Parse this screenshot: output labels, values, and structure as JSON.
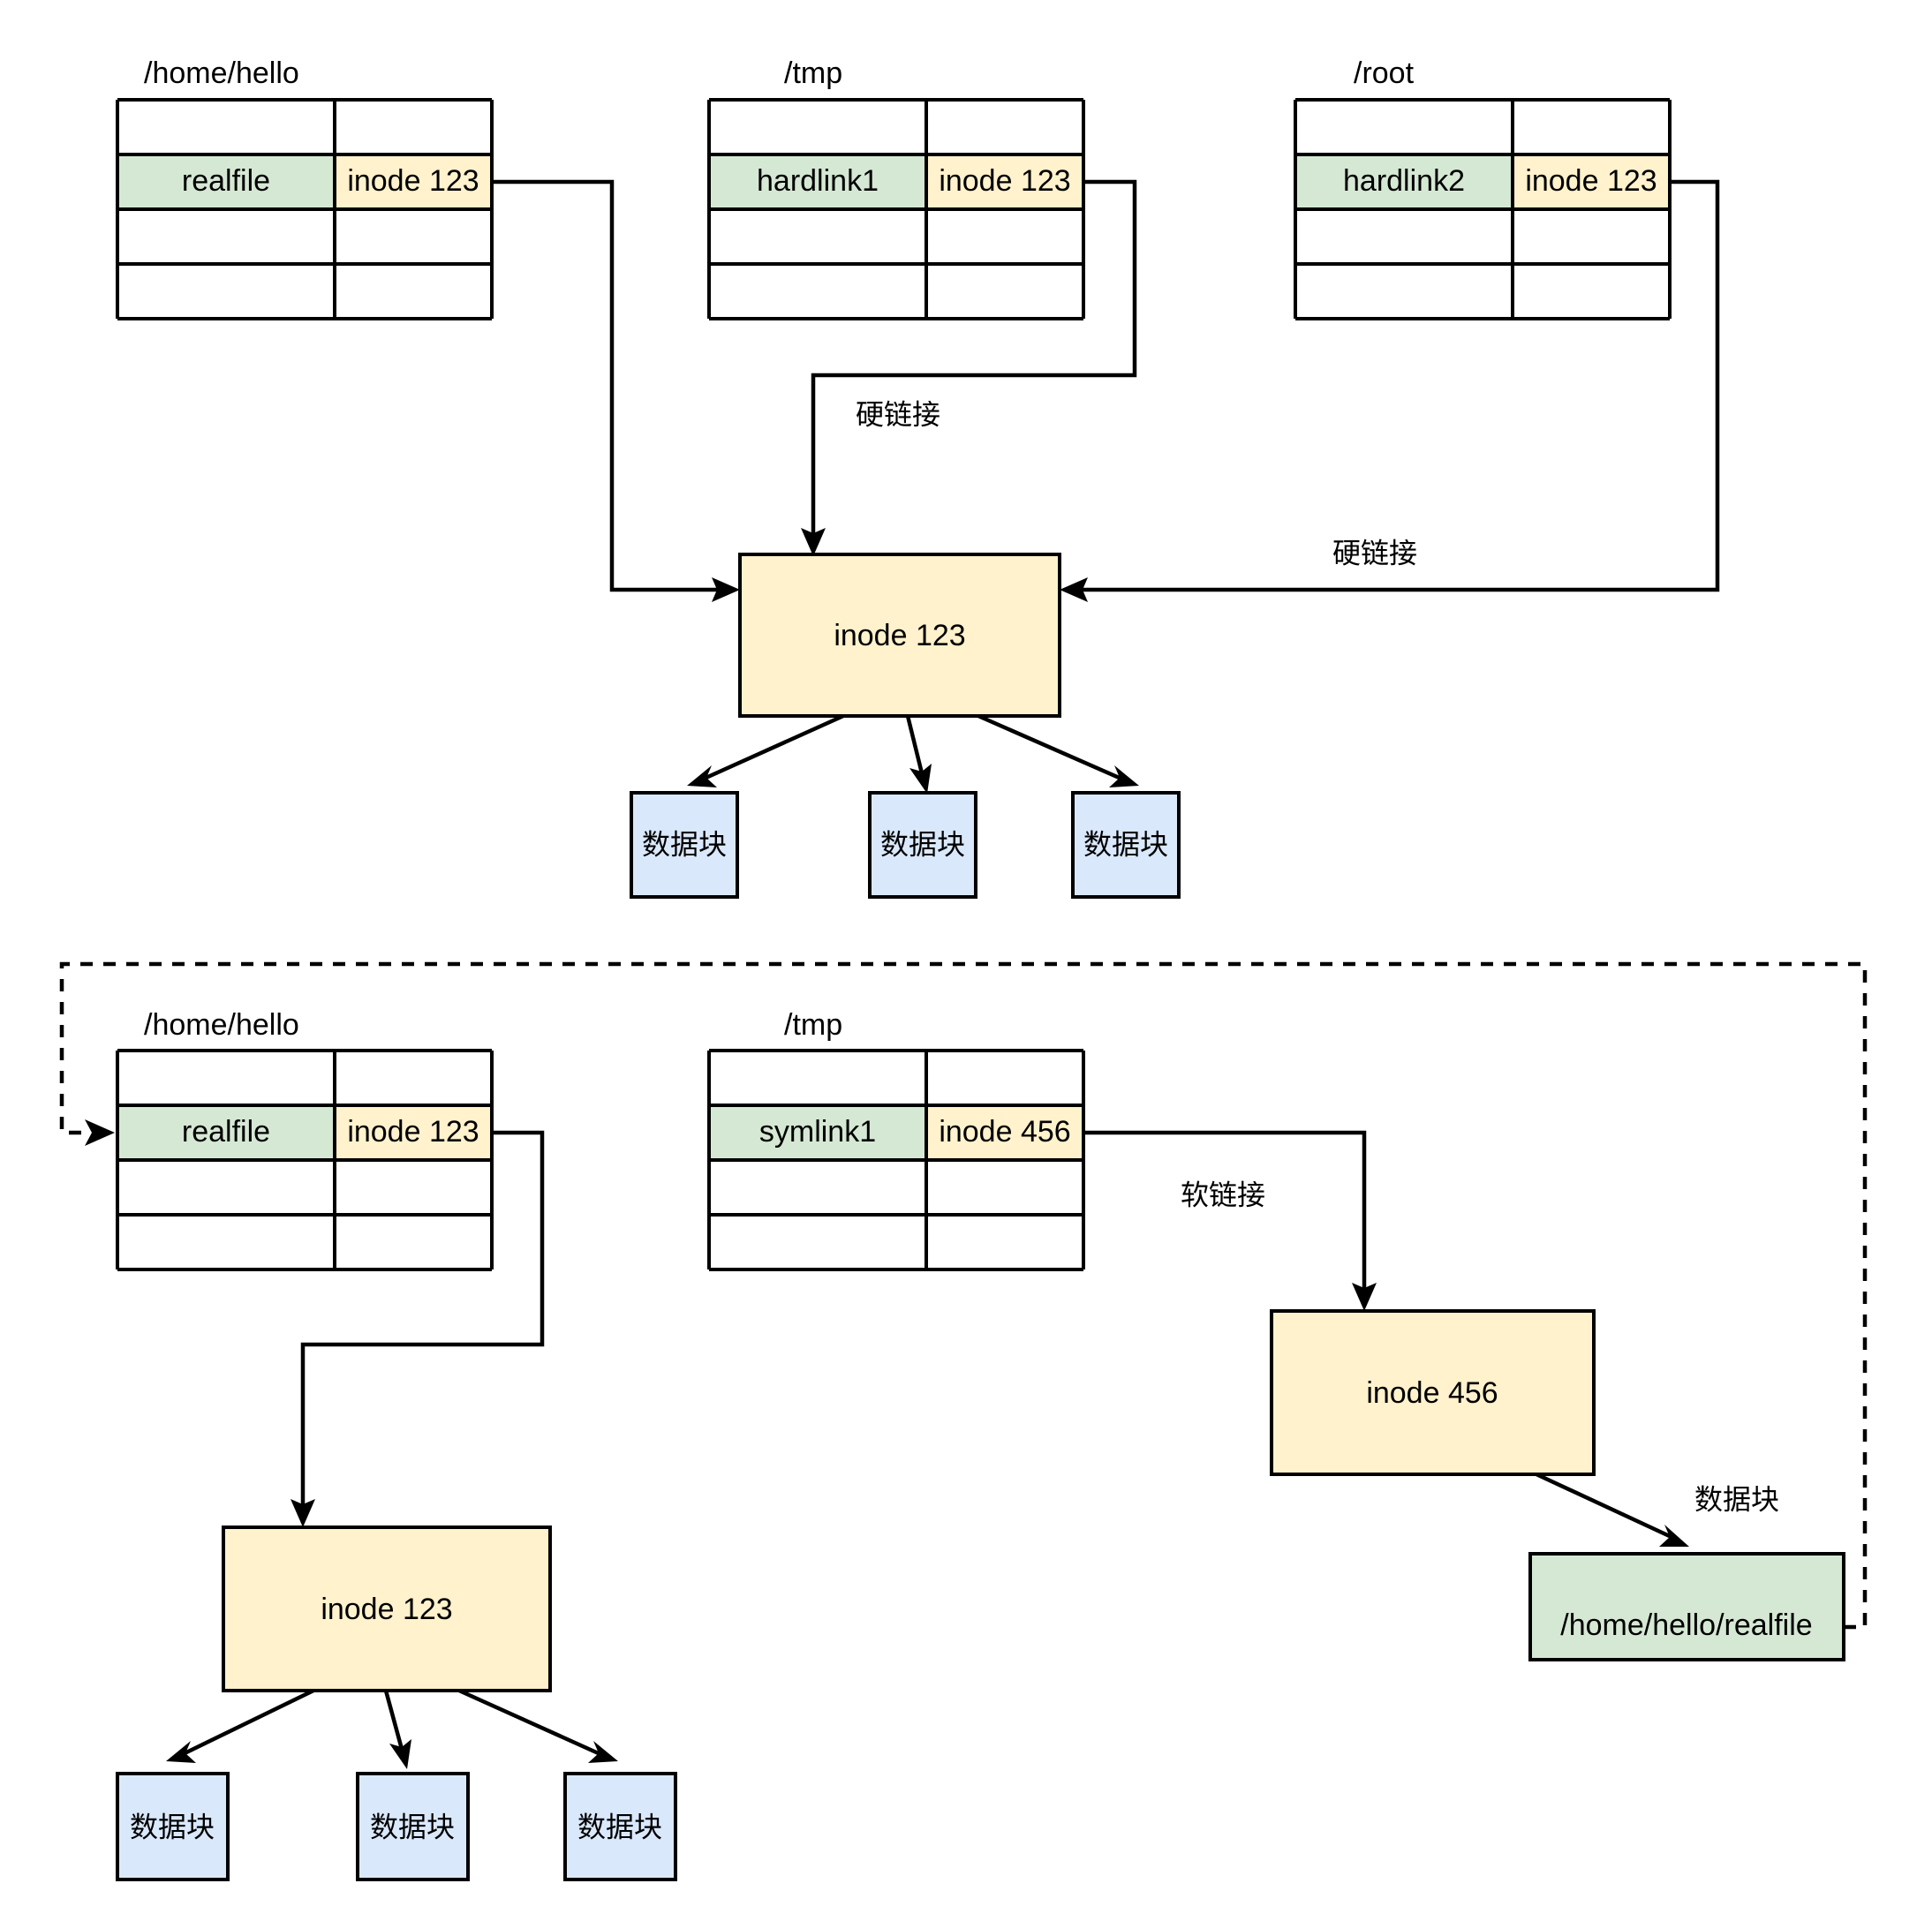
{
  "diagram": {
    "title_hidden": "",
    "colors": {
      "green": "#d5e8d4",
      "yellow": "#fff2cc",
      "blue": "#dae8fc",
      "stroke": "#000000",
      "background": "#ffffff"
    },
    "hardlink_section": {
      "directories": [
        {
          "name": "/home/hello",
          "rows": [
            {
              "name": "",
              "inode": ""
            },
            {
              "name": "realfile",
              "inode": "inode 123"
            },
            {
              "name": "",
              "inode": ""
            },
            {
              "name": "",
              "inode": ""
            }
          ]
        },
        {
          "name": "/tmp",
          "rows": [
            {
              "name": "",
              "inode": ""
            },
            {
              "name": "hardlink1",
              "inode": "inode 123"
            },
            {
              "name": "",
              "inode": ""
            },
            {
              "name": "",
              "inode": ""
            }
          ]
        },
        {
          "name": "/root",
          "rows": [
            {
              "name": "",
              "inode": ""
            },
            {
              "name": "hardlink2",
              "inode": "inode 123"
            },
            {
              "name": "",
              "inode": ""
            },
            {
              "name": "",
              "inode": ""
            }
          ]
        }
      ],
      "inode_node": "inode 123",
      "edge_labels": {
        "center": "硬链接",
        "right": "硬链接"
      },
      "data_blocks": [
        "数据块",
        "数据块",
        "数据块"
      ]
    },
    "symlink_section": {
      "directories": [
        {
          "name": "/home/hello",
          "rows": [
            {
              "name": "",
              "inode": ""
            },
            {
              "name": "realfile",
              "inode": "inode 123"
            },
            {
              "name": "",
              "inode": ""
            },
            {
              "name": "",
              "inode": ""
            }
          ]
        },
        {
          "name": "/tmp",
          "rows": [
            {
              "name": "",
              "inode": ""
            },
            {
              "name": "symlink1",
              "inode": "inode 456"
            },
            {
              "name": "",
              "inode": ""
            },
            {
              "name": "",
              "inode": ""
            }
          ]
        }
      ],
      "inode_real": "inode 123",
      "inode_symlink": "inode 456",
      "edge_labels": {
        "softlink": "软链接",
        "datablock": "数据块"
      },
      "symlink_target": "/home/hello/realfile",
      "data_blocks": [
        "数据块",
        "数据块",
        "数据块"
      ]
    }
  }
}
